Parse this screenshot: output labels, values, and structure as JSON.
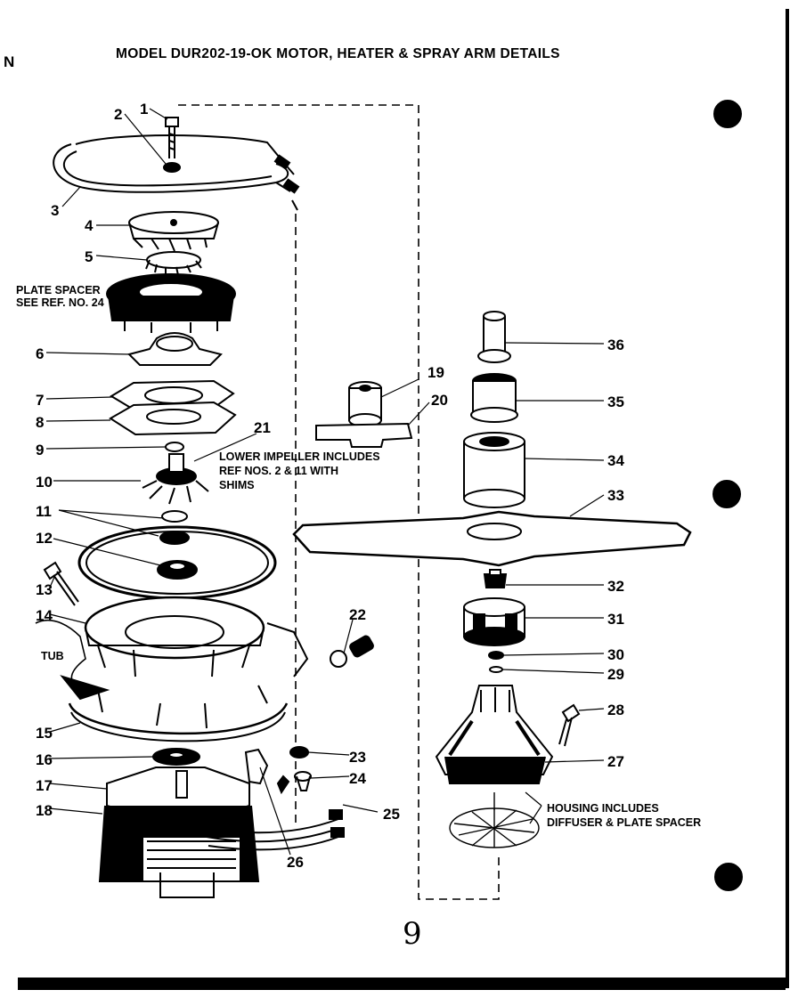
{
  "title": "MODEL DUR202-19-OK MOTOR, HEATER & SPRAY ARM DETAILS",
  "margin_mark": "N",
  "page_mark": "9",
  "notes": {
    "plate_spacer": [
      "PLATE SPACER",
      "SEE REF. NO. 24"
    ],
    "lower_impeller": [
      "LOWER IMPELLER INCLUDES",
      "REF NOS. 2  &  11   WITH",
      "SHIMS"
    ],
    "tub": "TUB",
    "housing": [
      "HOUSING INCLUDES",
      "DIFFUSER & PLATE SPACER"
    ]
  },
  "part_labels": [
    "1",
    "2",
    "3",
    "4",
    "5",
    "6",
    "7",
    "8",
    "9",
    "10",
    "11",
    "12",
    "13",
    "14",
    "15",
    "16",
    "17",
    "18",
    "19",
    "20",
    "21",
    "22",
    "23",
    "24",
    "25",
    "26",
    "27",
    "28",
    "29",
    "30",
    "31",
    "32",
    "33",
    "34",
    "35",
    "36"
  ],
  "colors": {
    "ink": "#000000",
    "paper": "#ffffff"
  }
}
